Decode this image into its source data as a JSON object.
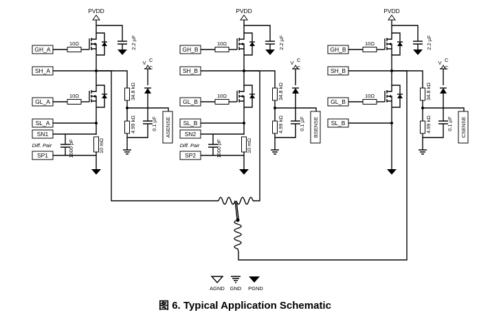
{
  "caption": "图 6.  Typical Application Schematic",
  "supply": {
    "pvdd": "PVDD",
    "vcc": "V",
    "vcc_sub": "C",
    "vcc_sub2": "C"
  },
  "components": {
    "gate_resistor": "10Ω",
    "bootstrap_cap": "2.2 µF",
    "divider_top": "34.8 kΩ",
    "divider_bottom": "4.99 kΩ",
    "filter_cap": "0.1 µF",
    "sense_cap": "1000 pF",
    "shunt": "10 mΩ",
    "diff_pair": "Diff. Pair"
  },
  "phases": [
    {
      "gh": "GH_A",
      "sh": "SH_A",
      "gl": "GL_A",
      "sl": "SL_A",
      "sn": "SN1",
      "sp": "SP1",
      "sense": "ASENSE"
    },
    {
      "gh": "GH_B",
      "sh": "SH_B",
      "gl": "GL_B",
      "sl": "SL_B",
      "sn": "SN2",
      "sp": "SP2",
      "sense": "BSENSE"
    },
    {
      "gh": "GH_B",
      "sh": "SH_B",
      "gl": "GL_B",
      "sl": "SL_B",
      "sense": "CSENSE"
    }
  ],
  "grounds": {
    "agnd": "AGND",
    "gnd": "GND",
    "pgnd": "PGND"
  }
}
